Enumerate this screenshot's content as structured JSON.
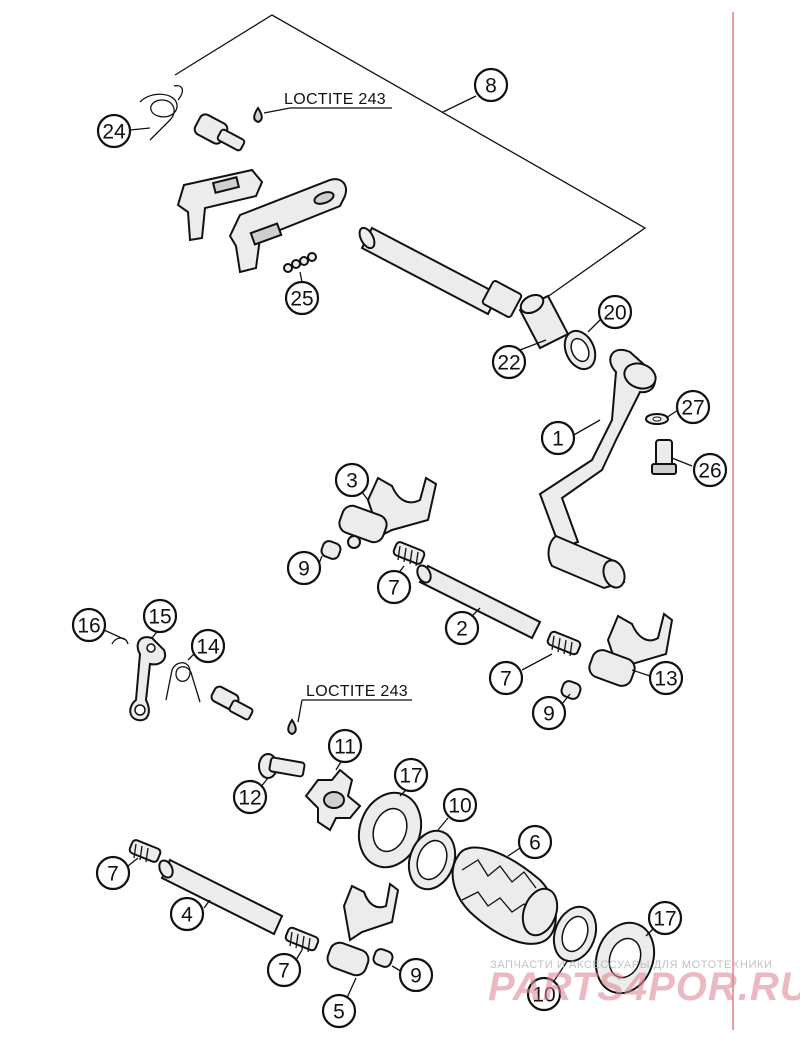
{
  "callouts": {
    "c1": "1",
    "c2": "2",
    "c3": "3",
    "c4": "4",
    "c5": "5",
    "c6": "6",
    "c7a": "7",
    "c7b": "7",
    "c7c": "7",
    "c7d": "7",
    "c8": "8",
    "c9a": "9",
    "c9b": "9",
    "c9c": "9",
    "c10a": "10",
    "c10b": "10",
    "c11": "11",
    "c12": "12",
    "c13": "13",
    "c14": "14",
    "c15": "15",
    "c16": "16",
    "c17a": "17",
    "c17b": "17",
    "c20": "20",
    "c22": "22",
    "c24": "24",
    "c25": "25",
    "c26": "26",
    "c27": "27"
  },
  "notes": {
    "loctite_top": "LOCTITE 243",
    "loctite_mid": "LOCTITE 243"
  },
  "watermark": {
    "caption": "ЗАПЧАСТИ И АКСЕССУАРЫ ДЛЯ МОТОТЕХНИКИ",
    "brand": "PARTS4POR.RU"
  },
  "colors": {
    "border_line": "#e05a6a",
    "watermark": "#e08a96"
  }
}
